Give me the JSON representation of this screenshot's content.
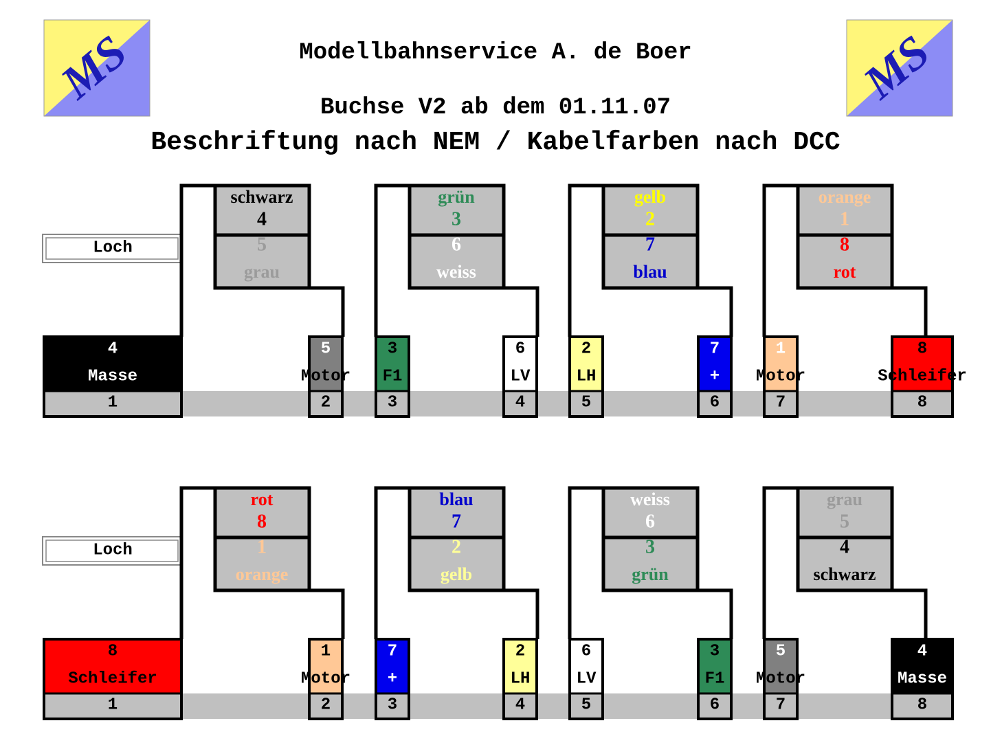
{
  "header": {
    "title": "Modellbahnservice A. de Boer",
    "subtitle1": "Buchse V2 ab dem 01.11.07",
    "subtitle2": "Beschriftung nach NEM / Kabelfarben nach DCC",
    "logo_text": "MS"
  },
  "colors": {
    "logo_yellow": "#fff67a",
    "logo_blue": "#8c8cf5",
    "logo_text": "#1c1cb4",
    "grey": "#c0c0c0"
  },
  "loch_label": "Loch",
  "rows": [
    {
      "connectors": [
        {
          "upper": {
            "text": "schwarz",
            "num": "4",
            "color": "#000000"
          },
          "lower": {
            "num": "5",
            "text": "grau",
            "color": "#9b9b9b"
          }
        },
        {
          "upper": {
            "text": "grün",
            "num": "3",
            "color": "#2e8b57"
          },
          "lower": {
            "num": "6",
            "text": "weiss",
            "color": "#ffffff"
          }
        },
        {
          "upper": {
            "text": "gelb",
            "num": "2",
            "color": "#ffff00"
          },
          "lower": {
            "num": "7",
            "text": "blau",
            "color": "#0000cc"
          }
        },
        {
          "upper": {
            "text": "orange",
            "num": "1",
            "color": "#ffc896"
          },
          "lower": {
            "num": "8",
            "text": "rot",
            "color": "#ff0000"
          }
        }
      ],
      "pins": [
        {
          "num": "4",
          "label": "Masse",
          "fill": "#000000",
          "text": "#ffffff",
          "pin": "1"
        },
        {
          "num": "5",
          "label": "Motor",
          "fill": "#808080",
          "text": "#ffffff",
          "pin": "2"
        },
        {
          "num": "3",
          "label": "F1",
          "fill": "#2e8b57",
          "text": "#000000",
          "pin": "3"
        },
        {
          "num": "6",
          "label": "LV",
          "fill": "#ffffff",
          "text": "#000000",
          "pin": "4"
        },
        {
          "num": "2",
          "label": "LH",
          "fill": "#ffff99",
          "text": "#000000",
          "pin": "5"
        },
        {
          "num": "7",
          "label": "+",
          "fill": "#0000ee",
          "text": "#ffffff",
          "pin": "6"
        },
        {
          "num": "1",
          "label": "Motor",
          "fill": "#ffc896",
          "text": "#ffffff",
          "pin": "7"
        },
        {
          "num": "8",
          "label": "Schleifer",
          "fill": "#ff0000",
          "text": "#000000",
          "pin": "8"
        }
      ]
    },
    {
      "connectors": [
        {
          "upper": {
            "text": "rot",
            "num": "8",
            "color": "#ff0000"
          },
          "lower": {
            "num": "1",
            "text": "orange",
            "color": "#ffc896"
          }
        },
        {
          "upper": {
            "text": "blau",
            "num": "7",
            "color": "#0000cc"
          },
          "lower": {
            "num": "2",
            "text": "gelb",
            "color": "#ffff99"
          }
        },
        {
          "upper": {
            "text": "weiss",
            "num": "6",
            "color": "#ffffff"
          },
          "lower": {
            "num": "3",
            "text": "grün",
            "color": "#2e8b57"
          }
        },
        {
          "upper": {
            "text": "grau",
            "num": "5",
            "color": "#9b9b9b"
          },
          "lower": {
            "num": "4",
            "text": "schwarz",
            "color": "#000000"
          }
        }
      ],
      "pins": [
        {
          "num": "8",
          "label": "Schleifer",
          "fill": "#ff0000",
          "text": "#000000",
          "pin": "1"
        },
        {
          "num": "1",
          "label": "Motor",
          "fill": "#ffc896",
          "text": "#000000",
          "pin": "2"
        },
        {
          "num": "7",
          "label": "+",
          "fill": "#0000ee",
          "text": "#ffffff",
          "pin": "3"
        },
        {
          "num": "2",
          "label": "LH",
          "fill": "#ffff99",
          "text": "#000000",
          "pin": "4"
        },
        {
          "num": "6",
          "label": "LV",
          "fill": "#ffffff",
          "text": "#000000",
          "pin": "5"
        },
        {
          "num": "3",
          "label": "F1",
          "fill": "#2e8b57",
          "text": "#000000",
          "pin": "6"
        },
        {
          "num": "5",
          "label": "Motor",
          "fill": "#808080",
          "text": "#ffffff",
          "pin": "7"
        },
        {
          "num": "4",
          "label": "Masse",
          "fill": "#000000",
          "text": "#ffffff",
          "pin": "8"
        }
      ]
    }
  ]
}
